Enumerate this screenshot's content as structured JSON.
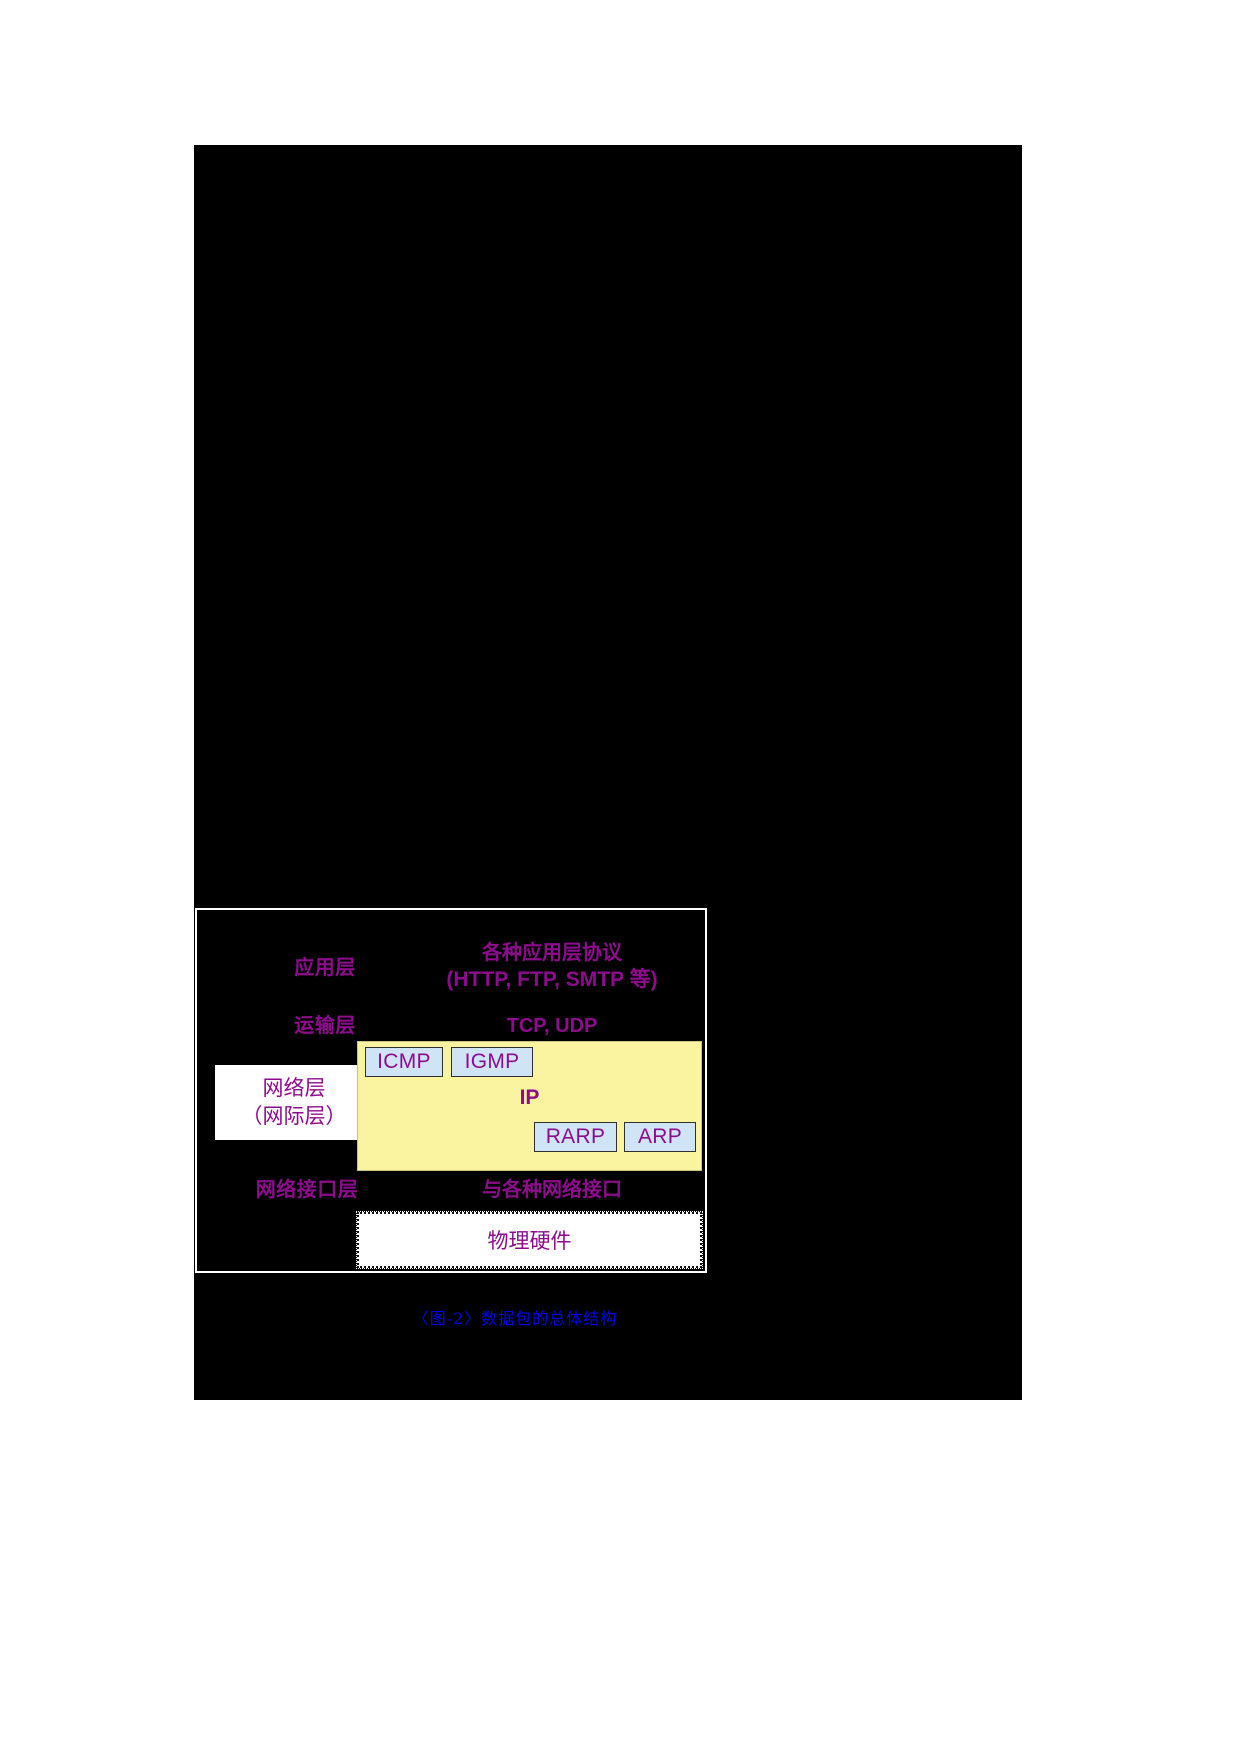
{
  "page": {
    "background_color": "#ffffff",
    "body_block_color": "#000000"
  },
  "diagram": {
    "accent_purple": "#8e0b8e",
    "ip_region_color": "#faf4a0",
    "chip_color": "#cfe5f5",
    "caption_color": "#0000ee",
    "layers": [
      {
        "name": "应用层",
        "protocols_line1": "各种应用层协议",
        "protocols_line2": "(HTTP, FTP, SMTP 等)"
      },
      {
        "name": "运输层",
        "protocols_line1": "TCP, UDP",
        "protocols_line2": ""
      },
      {
        "name_line1": "网络层",
        "name_line2": "（网际层）",
        "protocols_line1": "IP",
        "protocols_line2": ""
      },
      {
        "name": "网络接口层",
        "protocols_line1": "与各种网络接口",
        "protocols_line2": ""
      }
    ],
    "network_layer_protocols": [
      {
        "label": "ICMP"
      },
      {
        "label": "IGMP"
      },
      {
        "label": "RARP"
      },
      {
        "label": "ARP"
      }
    ],
    "ip_label": "IP",
    "physical_hardware": "物理硬件",
    "caption": "〈图-2〉数据包的总体结构"
  }
}
